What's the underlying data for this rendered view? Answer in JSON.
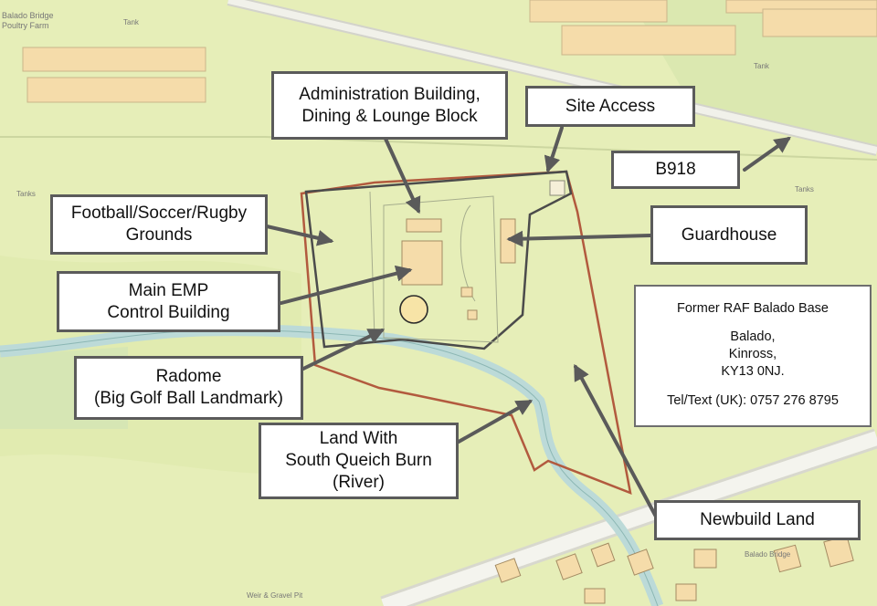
{
  "map": {
    "labels": {
      "site_access": "Site Access",
      "admin_line1": "Administration Building,",
      "admin_line2": "Dining & Lounge Block",
      "b918": "B918",
      "football_line1": "Football/Soccer/Rugby",
      "football_line2": "Grounds",
      "guardhouse": "Guardhouse",
      "emp_line1": "Main EMP",
      "emp_line2": "Control Building",
      "radome_line1": "Radome",
      "radome_line2": "(Big Golf Ball Landmark)",
      "land_line1": "Land With",
      "land_line2": "South Queich Burn",
      "land_line3": "(River)",
      "newbuild": "Newbuild Land"
    },
    "info": {
      "title": "Former RAF Balado Base",
      "address_line1": "Balado,",
      "address_line2": "Kinross,",
      "address_line3": "KY13 0NJ.",
      "tel": "Tel/Text (UK): 0757 276 8795"
    },
    "base_text": {
      "t1": "Balado Bridge",
      "t2": "Poultry Farm",
      "t3": "Tanks",
      "t4": "Tanks",
      "t5": "Tank",
      "t6": "Tank",
      "t7": "Balado Bridge",
      "t8": "Weir & Gravel Pit"
    },
    "colors": {
      "land": "#e6eeb8",
      "river": "#bcdad8",
      "boundary_red": "#b25a3e",
      "boundary_dark": "#4b4b4b",
      "building": "#f5dcaa",
      "callout_border": "#5b5b5b",
      "arrow": "#5a5a5a"
    }
  }
}
